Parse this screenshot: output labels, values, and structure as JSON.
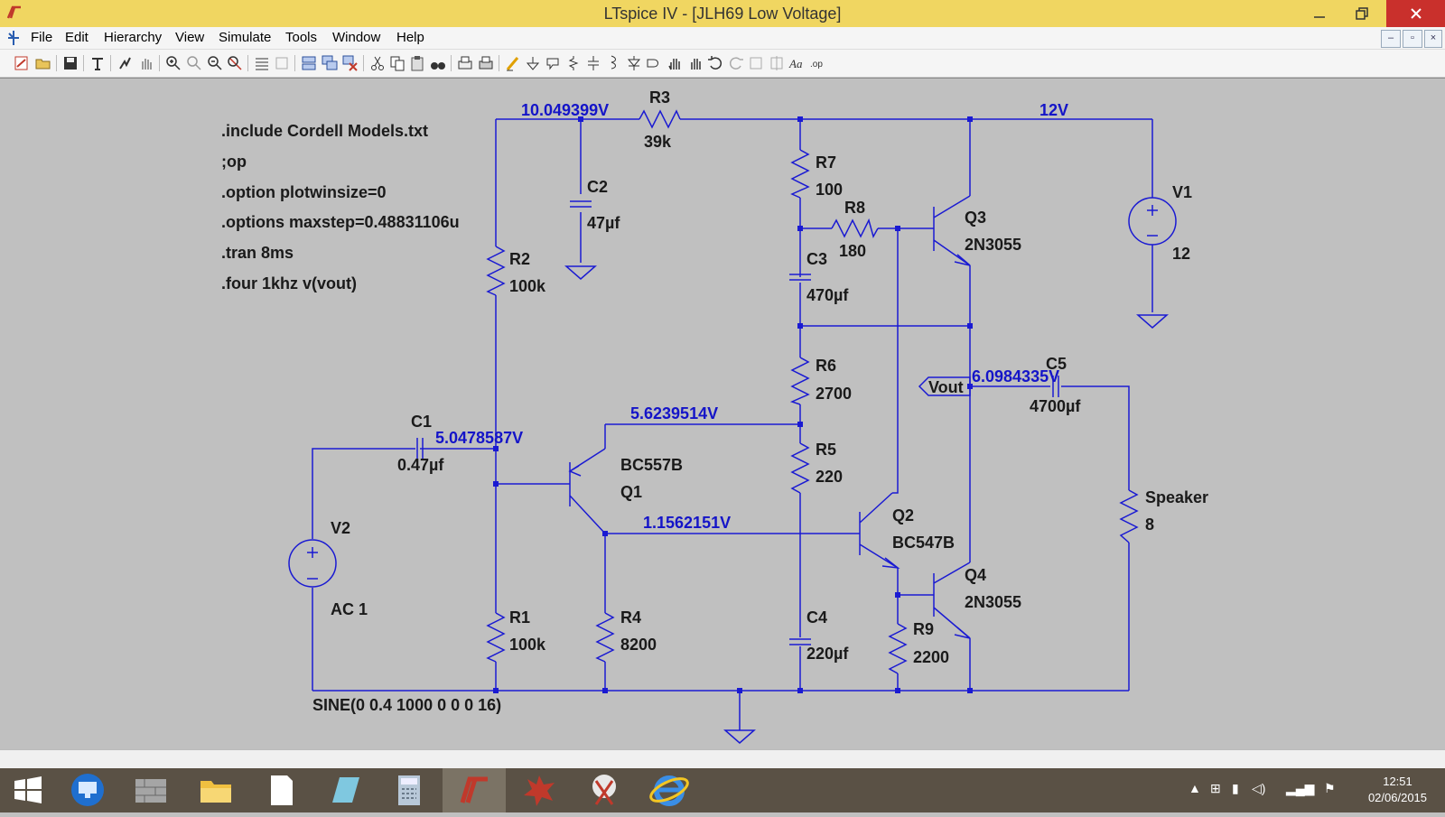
{
  "window": {
    "title": "LTspice IV - [JLH69 Low Voltage]",
    "accent": "#f0d661",
    "close_color": "#c9302c"
  },
  "menu": [
    "File",
    "Edit",
    "Hierarchy",
    "View",
    "Simulate",
    "Tools",
    "Window",
    "Help"
  ],
  "directives": [
    ".include Cordell Models.txt",
    ";op",
    ".option plotwinsize=0",
    ".options maxstep=0.48831106u",
    ".tran 8ms",
    ".four 1khz v(vout)"
  ],
  "components": {
    "R1": {
      "name": "R1",
      "value": "100k"
    },
    "R2": {
      "name": "R2",
      "value": "100k"
    },
    "R3": {
      "name": "R3",
      "value": "39k"
    },
    "R4": {
      "name": "R4",
      "value": "8200"
    },
    "R5": {
      "name": "R5",
      "value": "220"
    },
    "R6": {
      "name": "R6",
      "value": "2700"
    },
    "R7": {
      "name": "R7",
      "value": "100"
    },
    "R8": {
      "name": "R8",
      "value": "180"
    },
    "R9": {
      "name": "R9",
      "value": "2200"
    },
    "C1": {
      "name": "C1",
      "value": "0.47µf"
    },
    "C2": {
      "name": "C2",
      "value": "47µf"
    },
    "C3": {
      "name": "C3",
      "value": "470µf"
    },
    "C4": {
      "name": "C4",
      "value": "220µf"
    },
    "C5": {
      "name": "C5",
      "value": "4700µf"
    },
    "Q1": {
      "name": "Q1",
      "model": "BC557B"
    },
    "Q2": {
      "name": "Q2",
      "model": "BC547B"
    },
    "Q3": {
      "name": "Q3",
      "model": "2N3055"
    },
    "Q4": {
      "name": "Q4",
      "model": "2N3055"
    },
    "V1": {
      "name": "V1",
      "value": "12"
    },
    "V2": {
      "name": "V2",
      "value": "AC 1",
      "source": "SINE(0 0.4 1000 0 0 0 16)"
    },
    "Speaker": {
      "name": "Speaker",
      "value": "8"
    }
  },
  "node_voltages": {
    "top_left": "10.049399V",
    "supply": "12V",
    "q1_base": "5.0478587V",
    "r6_r5": "5.6239514V",
    "q1_collector": "1.1562151V",
    "vout": "6.0984335V"
  },
  "net_labels": {
    "vout": "Vout"
  },
  "taskbar": {
    "time": "12:51",
    "date": "02/06/2015",
    "items": [
      "start",
      "remote-desktop",
      "firewall",
      "file-explorer",
      "notepad",
      "stickynotes",
      "calculator",
      "ltspice",
      "paint-splat",
      "snipping-tool",
      "internet-explorer"
    ]
  }
}
